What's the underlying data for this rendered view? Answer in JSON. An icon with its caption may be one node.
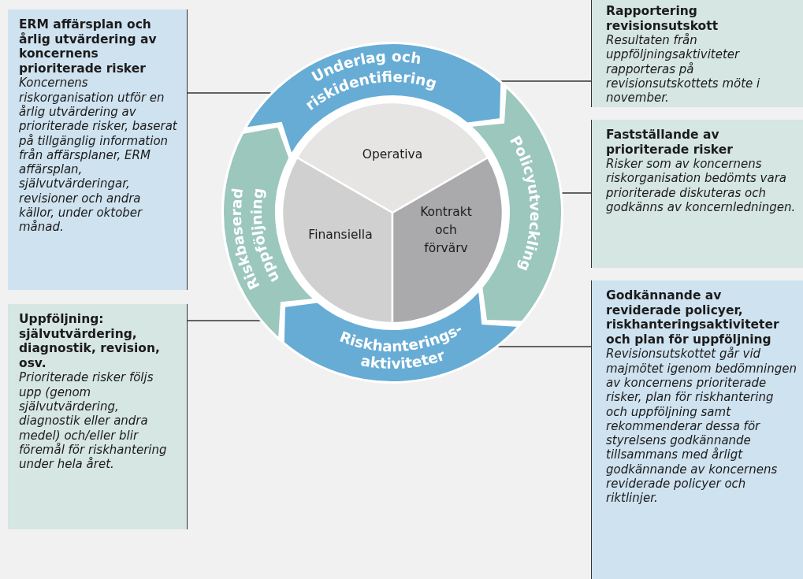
{
  "diagram": {
    "nodes": [
      {
        "text": [
          "ERM affärsplan och årlig utvärdering av koncernens prioriterade risker",
          "Koncernens riskorganisation utför en årlig utvärdering av prioriterade risker, baserat på tillgänglig information från affärsplaner, ERM affärsplan, självutvärderingar, revisioner och andra källor, under oktober månad."
        ]
      },
      {
        "text": [
          "Uppföljning: självutvärdering, diagnostik, revision, osv.",
          "Prioriterade risker följs upp (genom självutvärdering, diagnostik eller andra medel) och/eller blir föremål för riskhantering under hela året."
        ]
      },
      {
        "text": [
          "Rapportering revisionsutskott",
          "Resultaten från uppföljningsaktiviteter rapporteras på revisionsutskottets möte i november."
        ]
      },
      {
        "text": [
          "Fastställande av prioriterade risker",
          "Risker som av koncernens riskorganisation bedömts vara prioriterade diskuteras och godkänns av koncernledningen."
        ]
      },
      {
        "text": [
          "Godkännande av reviderade policyer, riskhanteringsaktiviteter och plan för uppföljning",
          "Revisionsutskottet går vid majmötet igenom bedömningen av koncernens prioriterade risker, plan för riskhantering och uppföljning samt rekommenderar dessa för styrelsens godkännande tillsammans med årligt godkännande av koncernens reviderade policyer och riktlinjer."
        ]
      },
      {
        "text": [
          "Underlag och riskidentifiering"
        ]
      },
      {
        "text": [
          "Policyutveckling"
        ]
      },
      {
        "text": [
          "Riskhanterings- aktiviteter"
        ]
      },
      {
        "text": [
          "Riskbaserad uppföljning"
        ]
      },
      {
        "text": [
          "Operativa"
        ]
      },
      {
        "text": [
          "Finansiella"
        ]
      },
      {
        "text": [
          "Kontrakt och förvärv"
        ]
      }
    ],
    "edges": [
      {
        "from": 0,
        "to": 5,
        "arrow": "none"
      },
      {
        "from": 1,
        "to": 8,
        "arrow": "none"
      },
      {
        "from": 2,
        "to": 6,
        "arrow": "none"
      },
      {
        "from": 3,
        "to": 6,
        "arrow": "none"
      },
      {
        "from": 4,
        "to": 7,
        "arrow": "none"
      }
    ]
  }
}
